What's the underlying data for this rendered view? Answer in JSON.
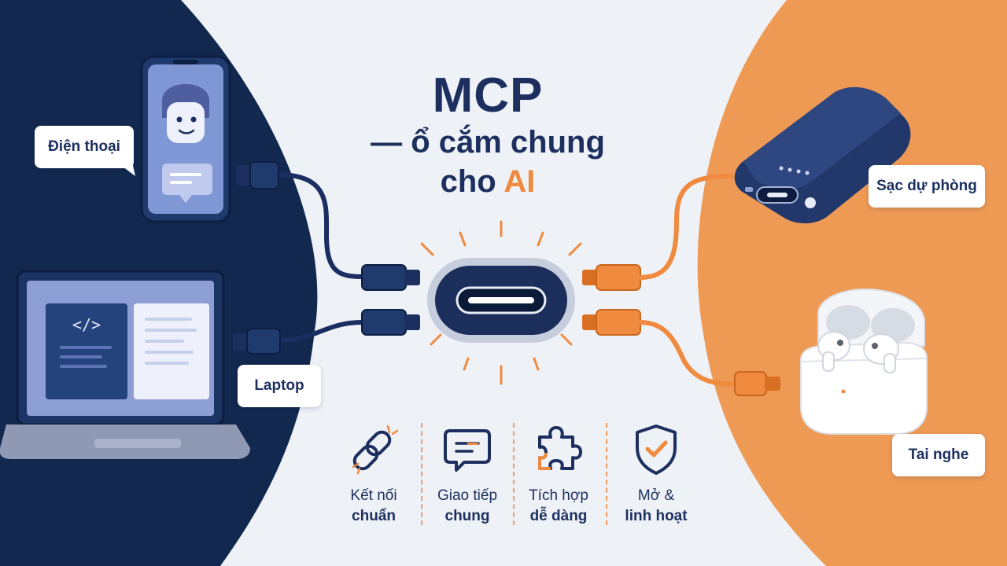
{
  "title": {
    "main": "MCP",
    "sub_line1": "— ổ cắm chung",
    "sub_line2_prefix": "cho ",
    "sub_line2_accent": "AI"
  },
  "devices": {
    "phone": "Điện thoại",
    "laptop": "Laptop",
    "power_bank": "Sạc dự phòng",
    "earbuds": "Tai nghe"
  },
  "laptop_code_glyph": "</>",
  "hub": {
    "icon": "usb-c-port-icon"
  },
  "features": [
    {
      "line1": "Kết nối",
      "line2": "chuẩn",
      "icon": "link-icon"
    },
    {
      "line1": "Giao tiếp",
      "line2": "chung",
      "icon": "chat-bubble-icon"
    },
    {
      "line1": "Tích hợp",
      "line2": "dễ dàng",
      "icon": "puzzle-icon"
    },
    {
      "line1": "Mở &",
      "line2": "linh hoạt",
      "icon": "shield-check-icon"
    }
  ],
  "colors": {
    "navy": "#12284f",
    "navy_text": "#1c2f5e",
    "orange": "#ef8a3e",
    "orange_bg": "#ee9a55",
    "background": "#eef1f6"
  }
}
